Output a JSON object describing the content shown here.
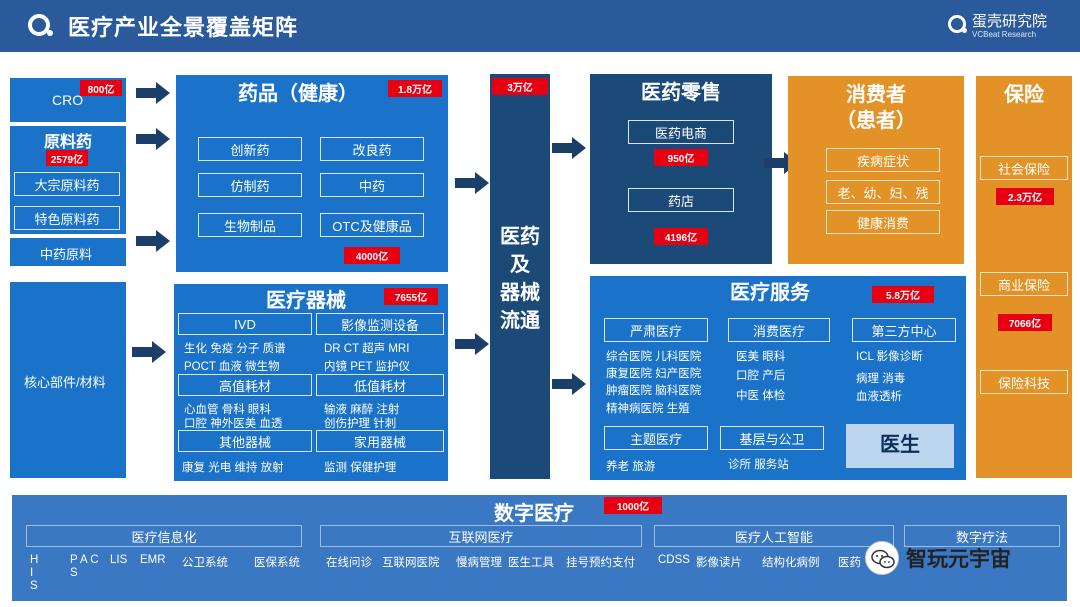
{
  "header": {
    "title": "医疗产业全景覆盖矩阵",
    "brand": "蛋壳研究院",
    "brand_sub": "VCBeat Research"
  },
  "left": {
    "cro": {
      "label": "CRO",
      "badge": "800亿"
    },
    "raw": {
      "title": "原料药",
      "badge": "2579亿",
      "items": [
        "大宗原料药",
        "特色原料药"
      ]
    },
    "tcm_raw": "中药原料",
    "core": "核心部件/材料"
  },
  "drugs": {
    "title": "药品（健康）",
    "badge": "1.8万亿",
    "items": [
      "创新药",
      "改良药",
      "仿制药",
      "中药",
      "生物制品",
      "OTC及健康品"
    ],
    "badge2": "4000亿"
  },
  "devices": {
    "title": "医疗器械",
    "badge": "7655亿",
    "groups": [
      {
        "label": "IVD",
        "lines": [
          "生化 免疫  分子  质谱",
          "POCT 血液  微生物"
        ]
      },
      {
        "label": "影像监测设备",
        "lines": [
          "DR  CT  超声  MRI",
          "内镜  PET  监护仪"
        ]
      },
      {
        "label": "高值耗材",
        "lines": [
          "心血管     骨科   眼科",
          "口腔  神外医美  血透"
        ]
      },
      {
        "label": "低值耗材",
        "lines": [
          "输液  麻醉   注射",
          "创伤护理    针刺"
        ]
      },
      {
        "label": "其他器械",
        "lines": [
          "康复  光电    维持  放射"
        ]
      },
      {
        "label": "家用器械",
        "lines": [
          "监测    保健护理"
        ]
      }
    ]
  },
  "circulation": {
    "badge": "3万亿",
    "title_lines": [
      "医药",
      "及",
      "器械",
      "流通"
    ]
  },
  "retail": {
    "title": "医药零售",
    "items": [
      {
        "label": "医药电商",
        "badge": "950亿"
      },
      {
        "label": "药店",
        "badge": "4196亿"
      }
    ]
  },
  "consumer": {
    "title_lines": [
      "消费者",
      "（患者）"
    ],
    "items": [
      "疾病症状",
      "老、幼、妇、残",
      "健康消费"
    ]
  },
  "insurance": {
    "title": "保险",
    "items": [
      {
        "label": "社会保险",
        "badge": "2.3万亿"
      },
      {
        "label": "商业保险",
        "badge": "7066亿"
      },
      {
        "label": "保险科技",
        "badge": ""
      }
    ]
  },
  "services": {
    "title": "医疗服务",
    "badge": "5.8万亿",
    "serious": {
      "label": "严肃医疗",
      "lines": [
        "综合医院  儿科医院",
        "康复医院  妇产医院",
        "肿瘤医院  脑科医院",
        "精神病医院  生殖"
      ]
    },
    "consumer": {
      "label": "消费医疗",
      "lines": [
        "医美      眼科",
        "口腔      产后",
        "中医      体检"
      ]
    },
    "third": {
      "label": "第三方中心",
      "lines": [
        "ICL       影像诊断",
        "病理       消毒",
        "血液透析"
      ]
    },
    "theme": {
      "label": "主题医疗",
      "lines": [
        "养老  旅游"
      ]
    },
    "primary": {
      "label": "基层与公卫",
      "lines": [
        "诊所        服务站"
      ]
    },
    "doctor": "医生"
  },
  "digital": {
    "title": "数字医疗",
    "badge": "1000亿",
    "groups": [
      {
        "label": "医疗信息化",
        "items": [
          "H I S",
          "P A C S",
          "LIS",
          "EMR",
          "公卫系统",
          "医保系统"
        ]
      },
      {
        "label": "互联网医疗",
        "items": [
          "在线问诊",
          "互联网医院",
          "慢病管理",
          "医生工具",
          "挂号预约支付"
        ]
      },
      {
        "label": "医疗人工智能",
        "items": [
          "CDSS",
          "影像读片",
          "结构化病例",
          "医药"
        ]
      },
      {
        "label": "数字疗法",
        "items": []
      }
    ]
  },
  "watermark": {
    "text": "智玩元宇宙"
  },
  "colors": {
    "header": "#2b5a9c",
    "blue": "#1a73c8",
    "dark_blue": "#1c4a78",
    "orange": "#e29226",
    "red_badge": "#e60012",
    "light_box": "#bcd6f0"
  },
  "icons": [
    "logo-icon",
    "arrow-right-icon",
    "wechat-icon"
  ]
}
